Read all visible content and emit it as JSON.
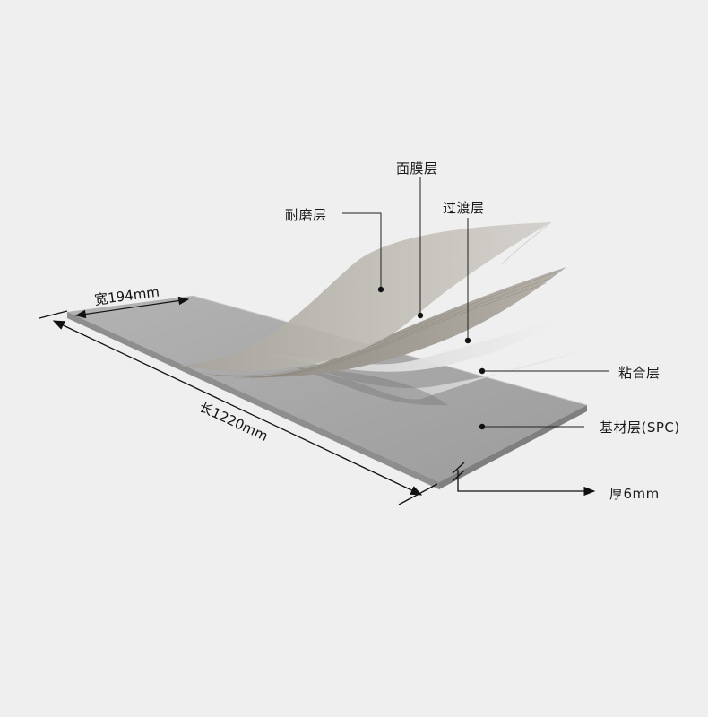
{
  "labels": {
    "wear_layer": "耐磨层",
    "film_layer": "面膜层",
    "transition_layer": "过渡层",
    "adhesive_layer": "粘合层",
    "base_layer": "基材层(SPC)",
    "thickness": "厚6mm",
    "width": "宽194mm",
    "length": "长1220mm"
  },
  "colors": {
    "background": "#efefef",
    "base_top": "#a9a9a9",
    "base_edge": "#8c8c8c",
    "wear_layer": "#b9b6b0",
    "film_layer": "#9a958c",
    "transition_layer": "#e3e3e3",
    "adhesive_layer": "#d6d6d6",
    "leader_line": "#222222",
    "dimension_line": "#111111"
  }
}
